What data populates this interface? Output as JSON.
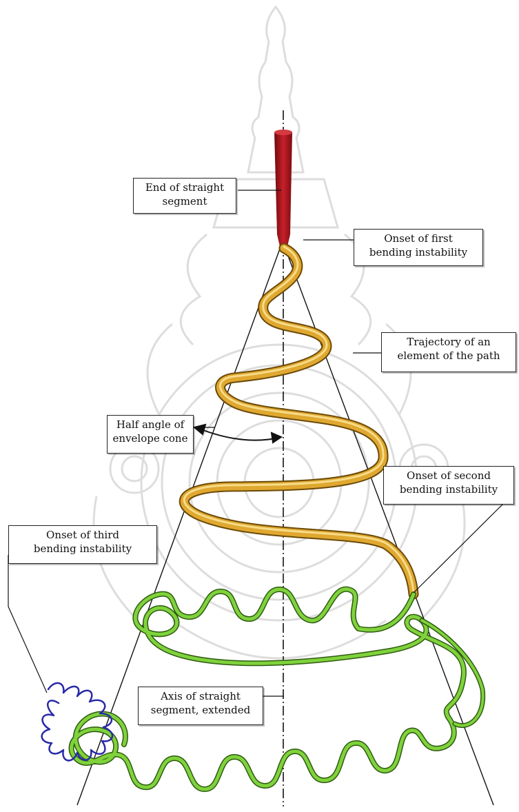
{
  "diagram": {
    "labels": {
      "end_straight": {
        "line1": "End of straight",
        "line2": "segment"
      },
      "onset_first": {
        "line1": "Onset of first",
        "line2": "bending instability"
      },
      "trajectory": {
        "line1": "Trajectory of an",
        "line2": "element of the path"
      },
      "half_angle": {
        "line1": "Half angle of",
        "line2": "envelope cone"
      },
      "onset_second": {
        "line1": "Onset of second",
        "line2": "bending instability"
      },
      "onset_third": {
        "line1": "Onset of third",
        "line2": "bending instability"
      },
      "axis": {
        "line1": "Axis of straight",
        "line2": "segment, extended"
      }
    },
    "colors": {
      "straight_segment": "#b0141c",
      "first_helix": "#e0a830",
      "second_coils": "#7fd23c",
      "third_loops": "#2a2aa8",
      "watermark": "#cfcfcf"
    }
  }
}
